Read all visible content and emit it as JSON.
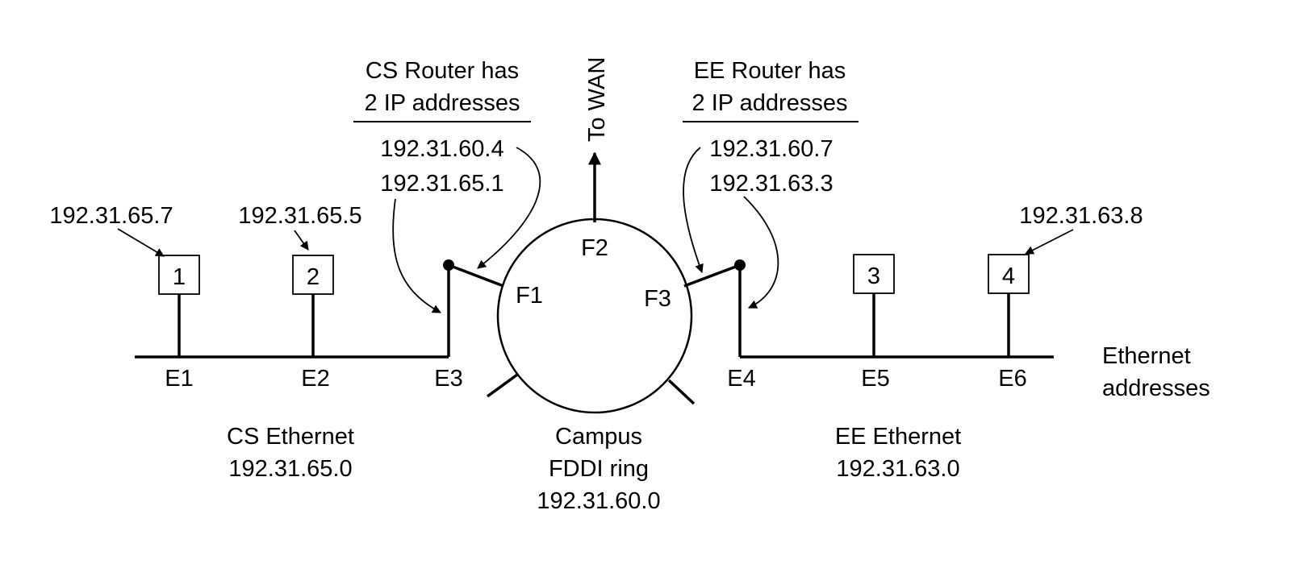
{
  "colors": {
    "ink": "#000000",
    "background": "#ffffff"
  },
  "cs_router": {
    "heading": [
      "CS Router has",
      "2 IP addresses"
    ],
    "addresses": [
      "192.31.60.4",
      "192.31.65.1"
    ]
  },
  "ee_router": {
    "heading": [
      "EE Router has",
      "2 IP addresses"
    ],
    "addresses": [
      "192.31.60.7",
      "192.31.63.3"
    ]
  },
  "wan_label": "To WAN",
  "hosts": [
    {
      "label": "1",
      "ip": "192.31.65.7",
      "ethernet": "E1"
    },
    {
      "label": "2",
      "ip": "192.31.65.5",
      "ethernet": "E2"
    },
    {
      "label": "3",
      "ip": "",
      "ethernet": "E5"
    },
    {
      "label": "4",
      "ip": "192.31.63.8",
      "ethernet": "E6"
    }
  ],
  "router_ports": {
    "cs_ethernet": "E3",
    "ee_ethernet": "E4"
  },
  "fddi_ports": [
    "F1",
    "F2",
    "F3"
  ],
  "ethernet_addresses_label": [
    "Ethernet",
    "addresses"
  ],
  "networks": {
    "cs": [
      "CS Ethernet",
      "192.31.65.0"
    ],
    "fddi": [
      "Campus",
      "FDDI ring",
      "192.31.60.0"
    ],
    "ee": [
      "EE Ethernet",
      "192.31.63.0"
    ]
  }
}
